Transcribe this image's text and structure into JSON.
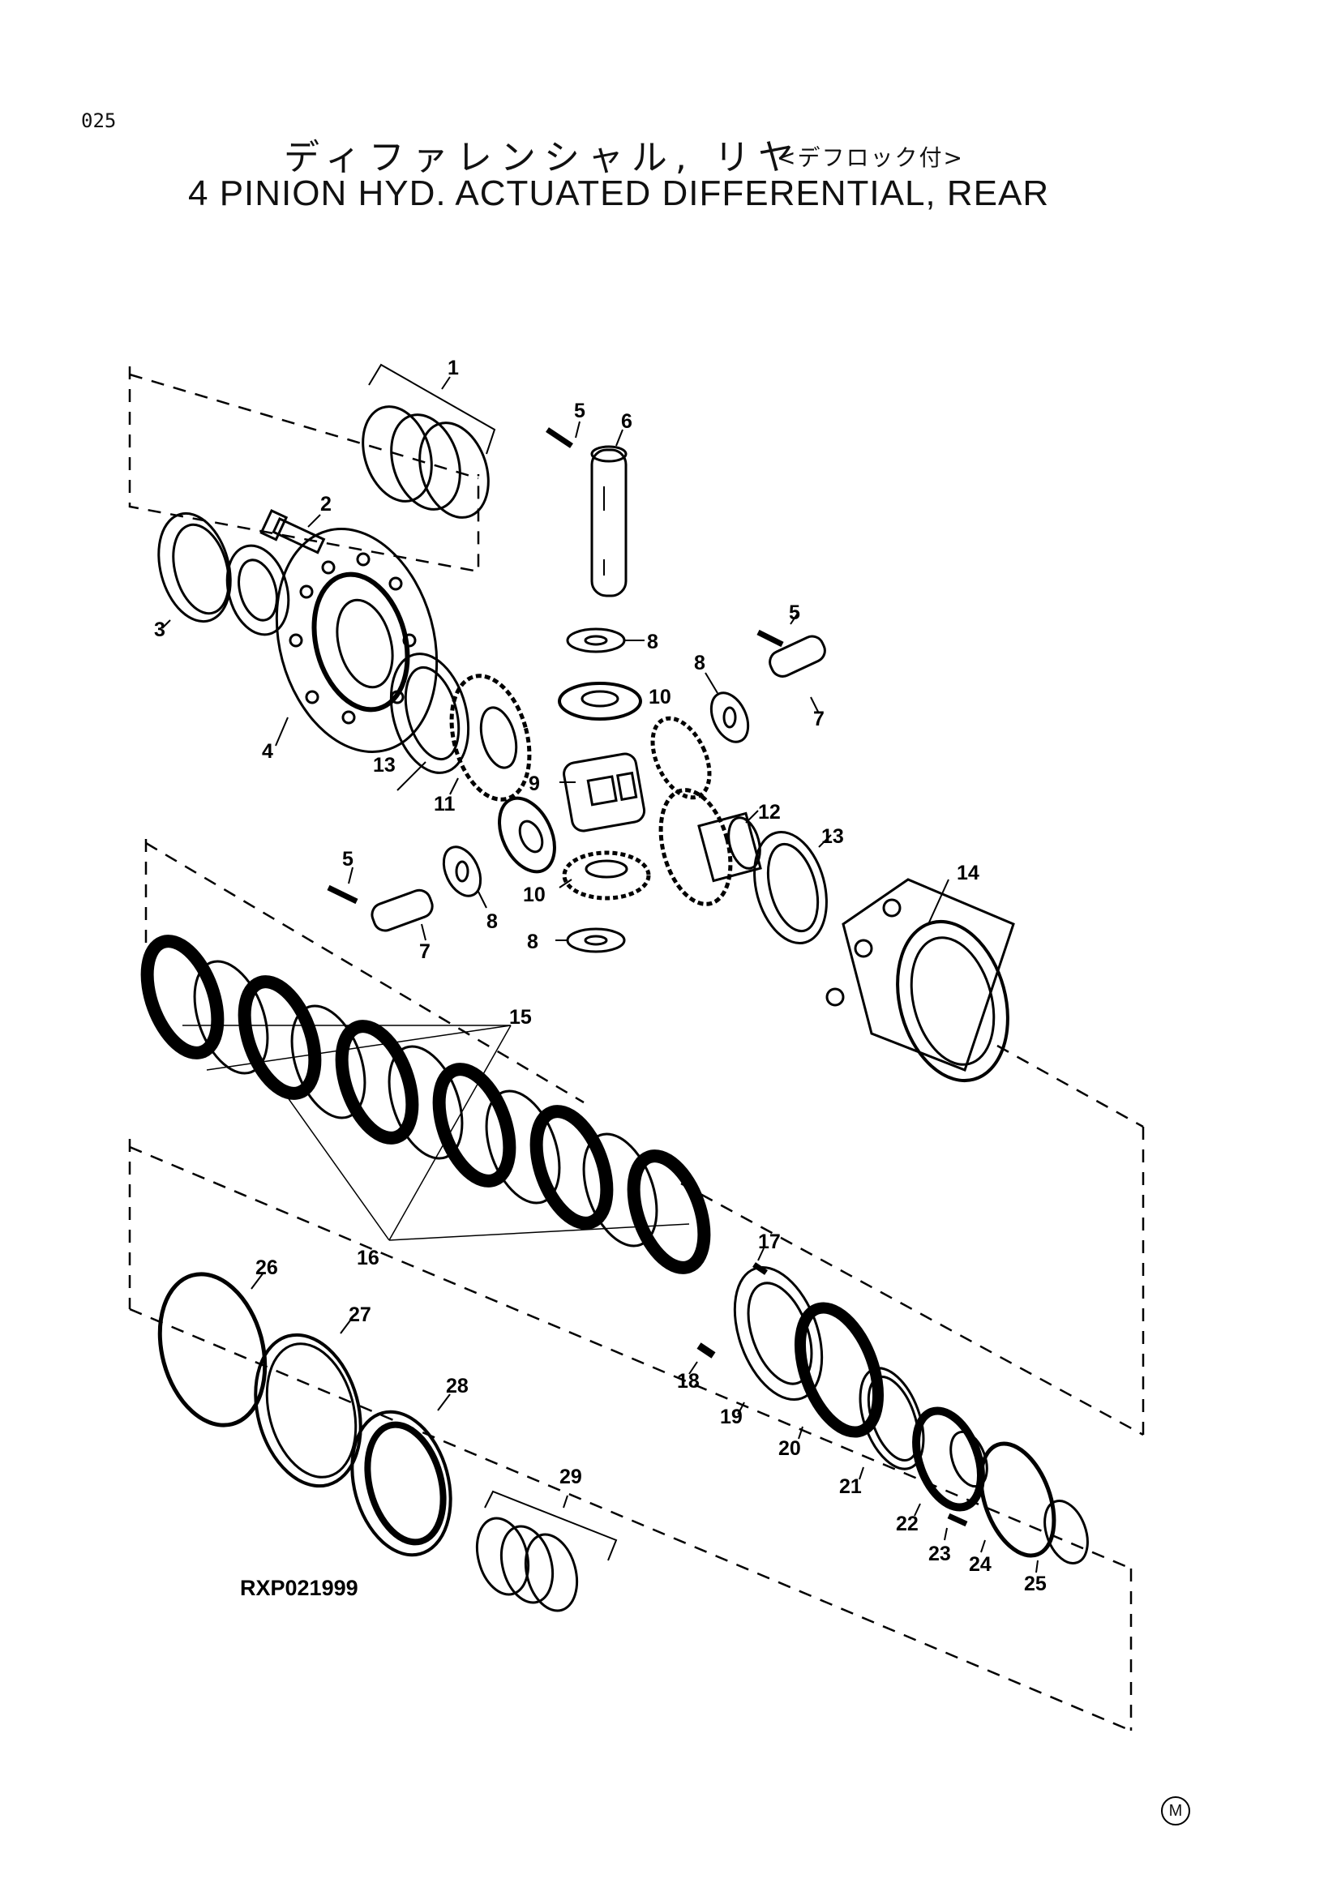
{
  "header": {
    "page_number": "025",
    "title_jp": "ディファレンシャル, リヤ",
    "title_jp_sub": "<デフロック付>",
    "title_en": "4 PINION HYD. ACTUATED DIFFERENTIAL, REAR"
  },
  "diagram": {
    "figure_id": "RXP021999",
    "callouts": [
      "1",
      "2",
      "3",
      "4",
      "5",
      "6",
      "8",
      "8",
      "5",
      "7",
      "10",
      "13",
      "11",
      "9",
      "12",
      "13",
      "14",
      "5",
      "8",
      "7",
      "10",
      "8",
      "15",
      "16",
      "17",
      "26",
      "27",
      "28",
      "18",
      "19",
      "20",
      "21",
      "22",
      "23",
      "24",
      "25",
      "29"
    ]
  },
  "footer": {
    "mark": "M"
  }
}
